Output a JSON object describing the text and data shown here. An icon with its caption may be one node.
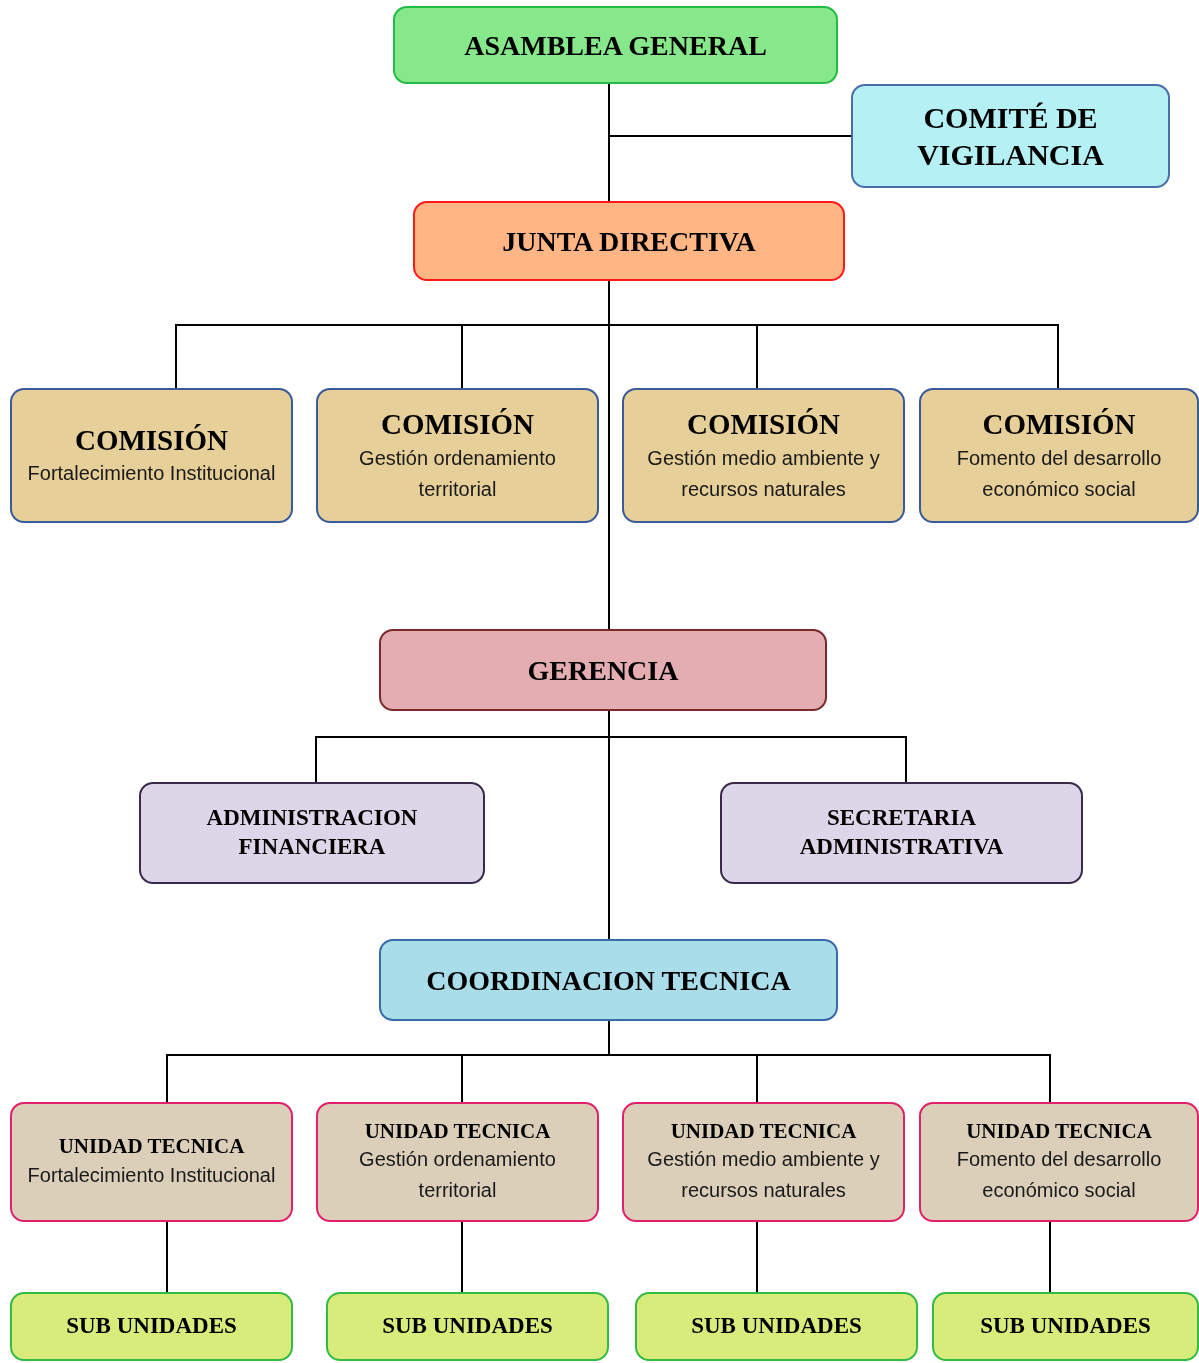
{
  "diagram": {
    "nodes": [
      {
        "text": [
          "ASAMBLEA GENERAL"
        ]
      },
      {
        "text": [
          "COMITÉ DE VIGILANCIA"
        ]
      },
      {
        "text": [
          "JUNTA DIRECTIVA"
        ]
      },
      {
        "text": [
          "COMISIÓN",
          "Fortalecimiento Institucional"
        ]
      },
      {
        "text": [
          "COMISIÓN",
          "Gestión ordenamiento territorial"
        ]
      },
      {
        "text": [
          "COMISIÓN",
          "Gestión medio ambiente y recursos naturales"
        ]
      },
      {
        "text": [
          "COMISIÓN",
          "Fomento del desarrollo económico social"
        ]
      },
      {
        "text": [
          "GERENCIA"
        ]
      },
      {
        "text": [
          "ADMINISTRACION FINANCIERA"
        ]
      },
      {
        "text": [
          "SECRETARIA ADMINISTRATIVA"
        ]
      },
      {
        "text": [
          "COORDINACION TECNICA"
        ]
      },
      {
        "text": [
          "UNIDAD TECNICA",
          "Fortalecimiento Institucional"
        ]
      },
      {
        "text": [
          "UNIDAD TECNICA",
          "Gestión ordenamiento territorial"
        ]
      },
      {
        "text": [
          "UNIDAD TECNICA",
          "Gestión medio ambiente y recursos naturales"
        ]
      },
      {
        "text": [
          "UNIDAD TECNICA",
          "Fomento del desarrollo económico social"
        ]
      },
      {
        "text": [
          "SUB UNIDADES"
        ]
      },
      {
        "text": [
          "SUB UNIDADES"
        ]
      },
      {
        "text": [
          "SUB UNIDADES"
        ]
      },
      {
        "text": [
          "SUB UNIDADES"
        ]
      }
    ],
    "edges": [
      {
        "from": 0,
        "to": 1,
        "arrow": "none"
      },
      {
        "from": 0,
        "to": 2,
        "arrow": "none"
      },
      {
        "from": 2,
        "to": 3,
        "arrow": "none"
      },
      {
        "from": 2,
        "to": 4,
        "arrow": "none"
      },
      {
        "from": 2,
        "to": 5,
        "arrow": "none"
      },
      {
        "from": 2,
        "to": 6,
        "arrow": "none"
      },
      {
        "from": 2,
        "to": 7,
        "arrow": "none"
      },
      {
        "from": 7,
        "to": 8,
        "arrow": "none"
      },
      {
        "from": 7,
        "to": 9,
        "arrow": "none"
      },
      {
        "from": 7,
        "to": 10,
        "arrow": "none"
      },
      {
        "from": 10,
        "to": 11,
        "arrow": "none"
      },
      {
        "from": 10,
        "to": 12,
        "arrow": "none"
      },
      {
        "from": 10,
        "to": 13,
        "arrow": "none"
      },
      {
        "from": 10,
        "to": 14,
        "arrow": "none"
      },
      {
        "from": 11,
        "to": 15,
        "arrow": "none"
      },
      {
        "from": 12,
        "to": 16,
        "arrow": "none"
      },
      {
        "from": 13,
        "to": 17,
        "arrow": "none"
      },
      {
        "from": 14,
        "to": 18,
        "arrow": "none"
      }
    ]
  }
}
